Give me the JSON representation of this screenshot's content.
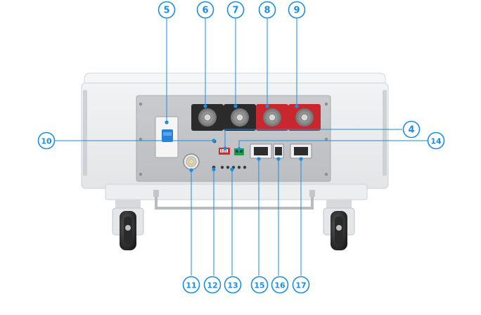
{
  "callouts": [
    {
      "id": "c4",
      "label": "4"
    },
    {
      "id": "c5",
      "label": "5"
    },
    {
      "id": "c6",
      "label": "6"
    },
    {
      "id": "c7",
      "label": "7"
    },
    {
      "id": "c8",
      "label": "8"
    },
    {
      "id": "c9",
      "label": "9"
    },
    {
      "id": "c10",
      "label": "10"
    },
    {
      "id": "c11",
      "label": "11"
    },
    {
      "id": "c12",
      "label": "12"
    },
    {
      "id": "c13",
      "label": "13"
    },
    {
      "id": "c14",
      "label": "14"
    },
    {
      "id": "c15",
      "label": "15"
    },
    {
      "id": "c16",
      "label": "16"
    },
    {
      "id": "c17",
      "label": "17"
    }
  ],
  "colors": {
    "callout": "#1a8ee0",
    "terminal_negative": "#2b2b2b",
    "terminal_positive": "#c8282d",
    "breaker_switch": "#2a7fd6",
    "dip_switch": "#d6282d",
    "green_connector": "#1f9a48"
  }
}
